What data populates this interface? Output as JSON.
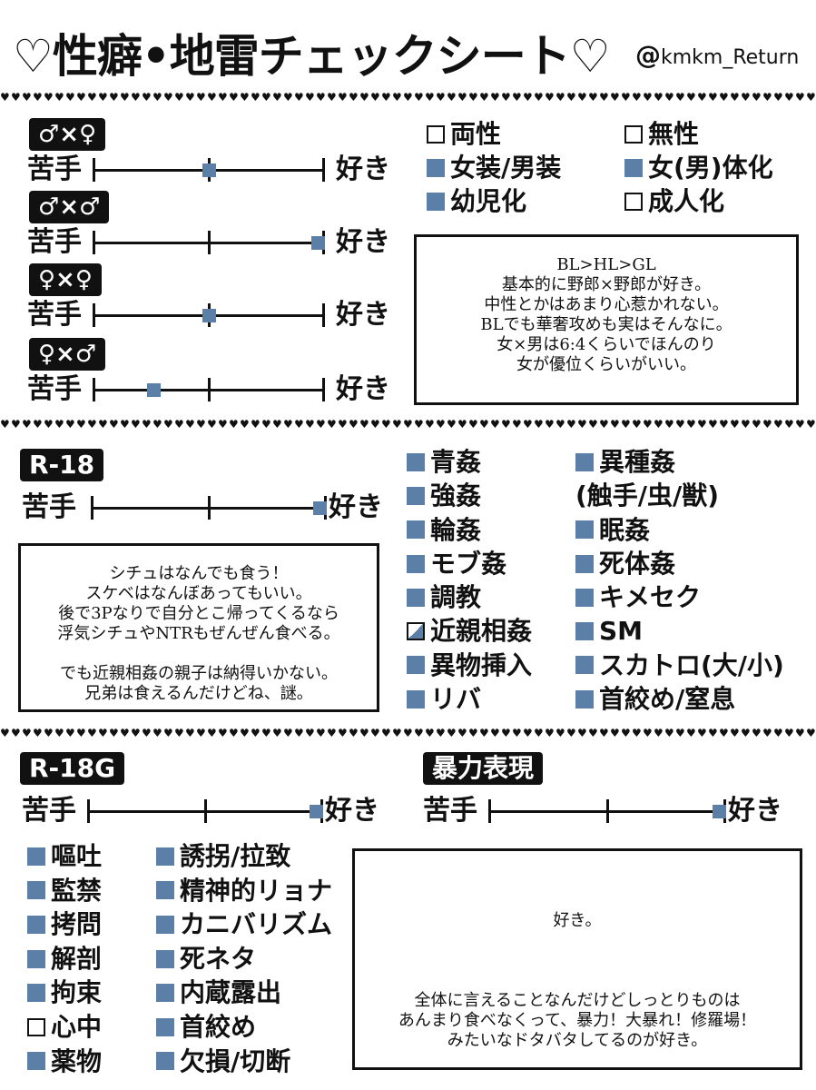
{
  "header": {
    "title": "♡性癖•地雷チェックシート♡",
    "handle_at": "@",
    "handle": "kmkm_Return"
  },
  "heart": "♥",
  "scale": {
    "left": "苦手",
    "right": "好き"
  },
  "pairings": [
    {
      "label": "♂×♀",
      "level": 0.5
    },
    {
      "label": "♂×♂",
      "level": 1.0
    },
    {
      "label": "♀×♀",
      "level": 0.5
    },
    {
      "label": "♀×♂",
      "level": 0.25
    }
  ],
  "tags1": [
    {
      "text": "両性",
      "state": "off"
    },
    {
      "text": "無性",
      "state": "off"
    },
    {
      "text": "女装/男装",
      "state": "on"
    },
    {
      "text": "女(男)体化",
      "state": "on"
    },
    {
      "text": "幼児化",
      "state": "on"
    },
    {
      "text": "成人化",
      "state": "off"
    }
  ],
  "note1": [
    "BL>HL>GL",
    "基本的に野郎×野郎が好き。",
    "中性とかはあまり心惹かれない。",
    "BLでも華奢攻めも実はそんなに。",
    "女×男は6:4くらいでほんのり",
    "女が優位くらいがいい。"
  ],
  "r18": {
    "label": "R-18",
    "level": 1.0,
    "col1": [
      {
        "text": "青姦",
        "state": "on"
      },
      {
        "text": "強姦",
        "state": "on"
      },
      {
        "text": "輪姦",
        "state": "on"
      },
      {
        "text": "モブ姦",
        "state": "on"
      },
      {
        "text": "調教",
        "state": "on"
      },
      {
        "text": "近親相姦",
        "state": "half"
      },
      {
        "text": "異物挿入",
        "state": "on"
      },
      {
        "text": "リバ",
        "state": "on"
      }
    ],
    "col2": [
      {
        "text": "異種姦",
        "state": "on"
      },
      {
        "text": "(触手/虫/獣)",
        "state": "none"
      },
      {
        "text": "眠姦",
        "state": "on"
      },
      {
        "text": "死体姦",
        "state": "on"
      },
      {
        "text": "キメセク",
        "state": "on"
      },
      {
        "text": "SM",
        "state": "on"
      },
      {
        "text": "スカトロ(大/小)",
        "state": "on"
      },
      {
        "text": "首絞め/窒息",
        "state": "on"
      }
    ],
    "note": [
      "シチュはなんでも食う！",
      "スケベはなんぼあってもいい。",
      "後で3Pなりで自分とこ帰ってくるなら",
      "浮気シチュやNTRもぜんぜん食べる。",
      "",
      "でも近親相姦の親子は納得いかない。",
      "兄弟は食えるんだけどね、謎。"
    ]
  },
  "r18g": {
    "label": "R-18G",
    "level": 1.0,
    "col1": [
      {
        "text": "嘔吐",
        "state": "on"
      },
      {
        "text": "監禁",
        "state": "on"
      },
      {
        "text": "拷問",
        "state": "on"
      },
      {
        "text": "解剖",
        "state": "on"
      },
      {
        "text": "拘束",
        "state": "on"
      },
      {
        "text": "心中",
        "state": "off"
      },
      {
        "text": "薬物",
        "state": "on"
      }
    ],
    "col2": [
      {
        "text": "誘拐/拉致",
        "state": "on"
      },
      {
        "text": "精神的リョナ",
        "state": "on"
      },
      {
        "text": "カニバリズム",
        "state": "on"
      },
      {
        "text": "死ネタ",
        "state": "on"
      },
      {
        "text": "内蔵露出",
        "state": "on"
      },
      {
        "text": "首絞め",
        "state": "on"
      },
      {
        "text": "欠損/切断",
        "state": "on"
      }
    ]
  },
  "violence": {
    "label": "暴力表現",
    "level": 1.0,
    "note_top": "好き。",
    "note": [
      "全体に言えることなんだけどしっとりものは",
      "あんまり食べなくって、暴力！大暴れ！修羅場！",
      "みたいなドタバタしてるのが好き。"
    ]
  }
}
